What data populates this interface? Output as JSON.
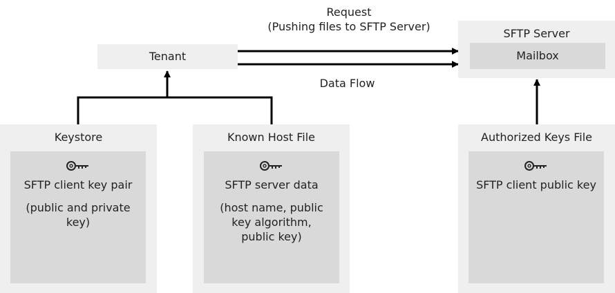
{
  "request": {
    "title": "Request",
    "subtitle": "(Pushing files to SFTP Server)"
  },
  "data_flow": "Data Flow",
  "tenant": "Tenant",
  "sftp_server": {
    "title": "SFTP Server",
    "mailbox": "Mailbox"
  },
  "keystore": {
    "title": "Keystore",
    "line1": "SFTP client key pair",
    "line2": "(public and private key)"
  },
  "known_host": {
    "title": "Known Host File",
    "line1": "SFTP server data",
    "line2": "(host name, public key algorithm, public key)"
  },
  "authorized_keys": {
    "title": "Authorized Keys File",
    "line1": "SFTP client public key"
  },
  "icons": {
    "key": "key-icon"
  },
  "colors": {
    "outer_box": "#efefef",
    "inner_box": "#d9d9d9",
    "line": "#000000",
    "text": "#222222"
  }
}
